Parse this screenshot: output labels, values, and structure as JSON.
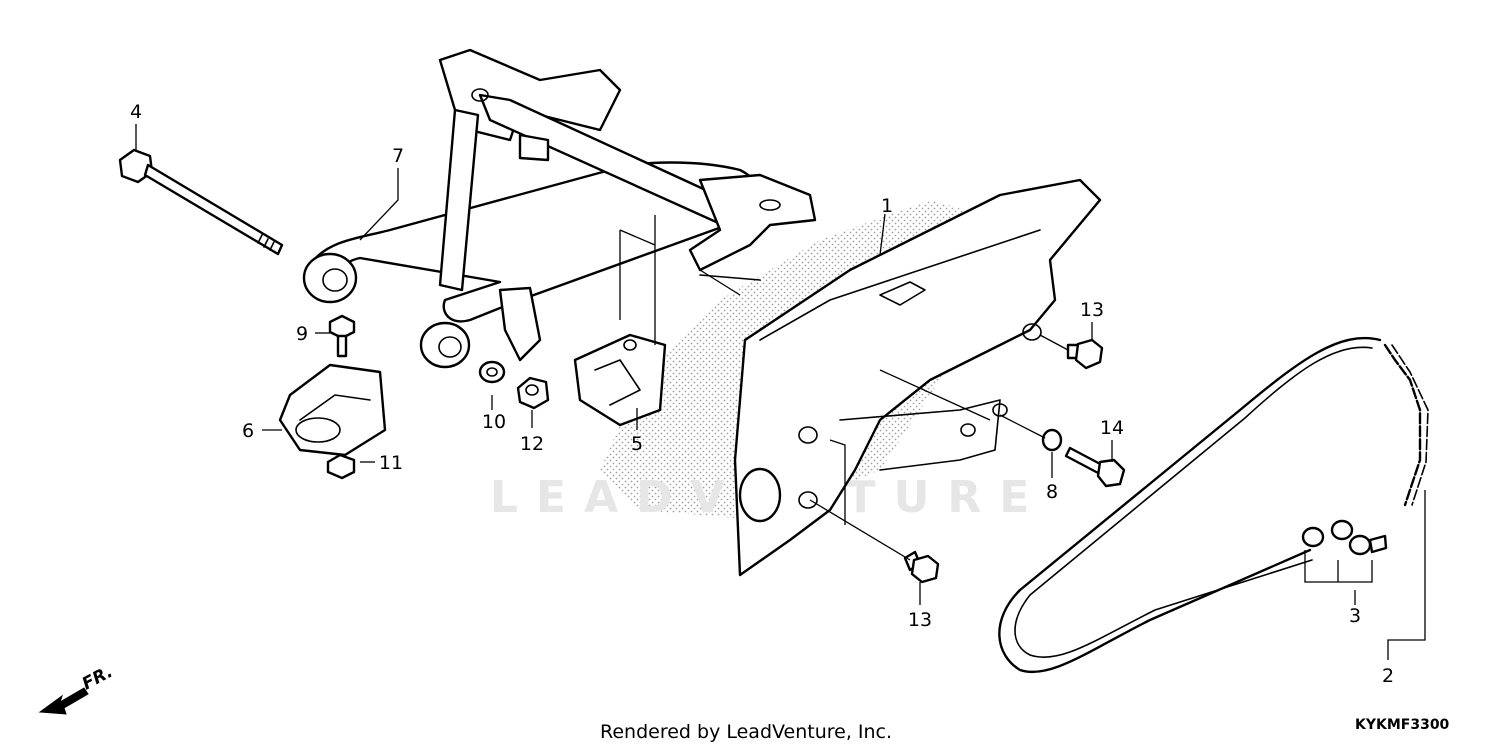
{
  "callouts": {
    "c1": "1",
    "c2": "2",
    "c3": "3",
    "c4": "4",
    "c5": "5",
    "c6": "6",
    "c7": "7",
    "c8": "8",
    "c9": "9",
    "c10": "10",
    "c11": "11",
    "c12": "12",
    "c13a": "13",
    "c13b": "13",
    "c14": "14"
  },
  "front_indicator": "FR.",
  "watermark": "LEADVENTURE",
  "credit": "Rendered by LeadVenture, Inc.",
  "diagram_code": "KYKMF3300",
  "colors": {
    "line": "#000000",
    "stipple": "#999999",
    "watermark": "#e6e6e6"
  }
}
